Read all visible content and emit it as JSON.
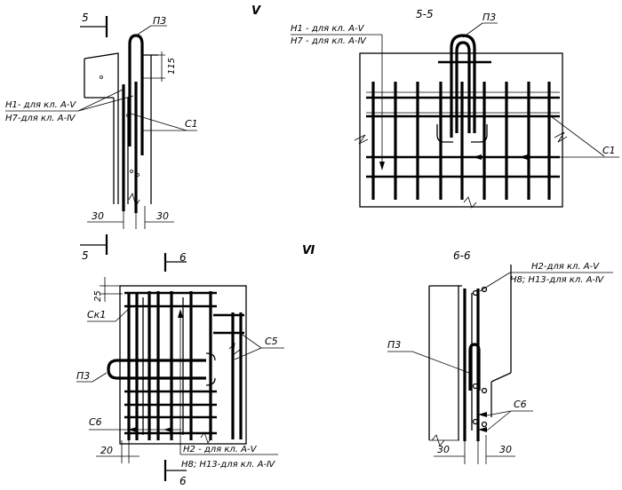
{
  "views": {
    "view_v": {
      "title": "V",
      "cut_mark": "5",
      "label_p3": "П3",
      "label_h1": "Н1- для кл. А-Ⅴ",
      "label_h7": "Н7-для кл. А-Ⅳ",
      "label_c1": "С1",
      "dim_115": "115",
      "dim_left": "30",
      "dim_right": "30"
    },
    "section_55": {
      "title": "5-5",
      "label_p3": "П3",
      "label_h1": "Н1 - для кл. А-Ⅴ",
      "label_h7": "Н7 - для кл. А-Ⅳ",
      "label_c1": "С1"
    },
    "view_vi": {
      "title": "Ⅵ",
      "cut_mark_5": "5",
      "cut_mark_6_top": "6",
      "cut_mark_6_bottom": "6",
      "dim_25": "25",
      "label_ck1": "Ск1",
      "label_p3": "П3",
      "label_c5": "С5",
      "label_c6": "С6",
      "label_h2": "Н2 - для кл. А-Ⅴ",
      "label_h8": "Н8; Н13-для кл. А-Ⅳ",
      "dim_20": "20"
    },
    "section_66": {
      "title": "6-6",
      "label_h2": "Н2-для кл. А-Ⅴ",
      "label_h8": "Н8; Н13-для кл. А-Ⅳ",
      "label_p3": "П3",
      "label_c6": "С6",
      "dim_left": "30",
      "dim_right": "30"
    }
  }
}
